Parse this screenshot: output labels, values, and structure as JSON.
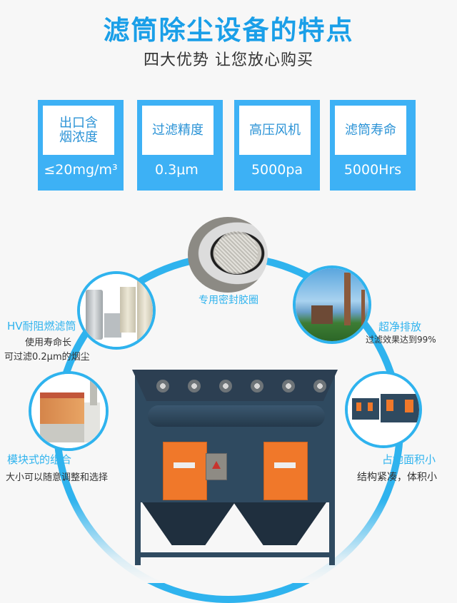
{
  "header": {
    "title": "滤筒除尘设备的特点",
    "subtitle": "四大优势 让您放心购买"
  },
  "specs": [
    {
      "label": "出口含\n烟浓度",
      "label_line1": "出口含",
      "label_line2": "烟浓度",
      "value": "≤20mg/m³"
    },
    {
      "label": "过滤精度",
      "value": "0.3μm"
    },
    {
      "label": "高压风机",
      "value": "5000pa"
    },
    {
      "label": "滤筒寿命",
      "value": "5000Hrs"
    }
  ],
  "features": {
    "seal": {
      "title": "专用密封胶圈"
    },
    "filter": {
      "title": "HV耐阻燃滤筒",
      "desc_line1": "使用寿命长",
      "desc_line2": "可过滤0.2μm的烟尘"
    },
    "emission": {
      "title": "超净排放",
      "desc": "过滤效果达到99%"
    },
    "modular": {
      "title": "模块式的组合",
      "desc": "大小可以随意调整和选择"
    },
    "footprint": {
      "title": "占地面积小",
      "desc": "结构紧凑，体积小"
    }
  },
  "colors": {
    "accent": "#2fb3ee",
    "card": "#3db1f5",
    "title": "#1a9fe8",
    "machine_body": "#2f4a60",
    "machine_door": "#f0782a"
  }
}
